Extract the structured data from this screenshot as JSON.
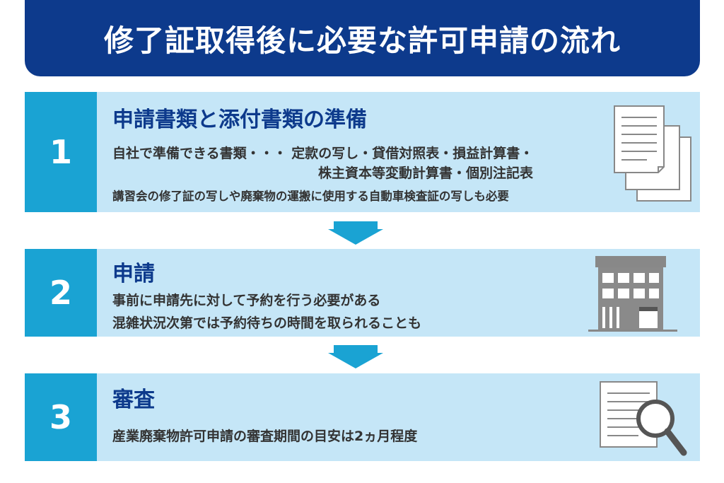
{
  "header": {
    "title": "修了証取得後に必要な許可申請の流れ"
  },
  "steps": [
    {
      "number": "1",
      "title": "申請書類と添付書類の準備",
      "line1": "自社で準備できる書類・・・ 定款の写し・貸借対照表・損益計算書・",
      "line2": "株主資本等変動計算書・個別注記表",
      "line3": "講習会の修了証の写しや廃棄物の運搬に使用する自動車検査証の写しも必要",
      "icon": "documents-icon"
    },
    {
      "number": "2",
      "title": "申請",
      "line1": "事前に申請先に対して予約を行う必要がある",
      "line2": "混雑状況次第では予約待ちの時間を取られることも",
      "icon": "building-icon"
    },
    {
      "number": "3",
      "title": "審査",
      "line1": "産業廃棄物許可申請の審査期間の目安は2ヵ月程度",
      "icon": "magnifier-document-icon"
    }
  ],
  "colors": {
    "header_bg": "#0d3a8c",
    "accent": "#1aa3d3",
    "panel_bg": "#c5e6f7",
    "title_text": "#0d3a8c"
  }
}
